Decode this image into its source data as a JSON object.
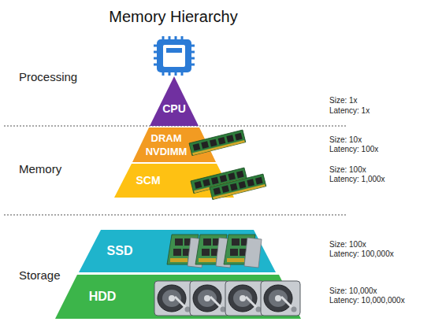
{
  "diagram": {
    "title": "Memory Hierarchy",
    "nodes": [
      {
        "text": [
          "CPU"
        ]
      },
      {
        "text": [
          "DRAM NVDIMM"
        ]
      },
      {
        "text": [
          "SCM"
        ]
      },
      {
        "text": [
          "SSD"
        ]
      },
      {
        "text": [
          "HDD"
        ]
      }
    ],
    "labels": [
      "Processing",
      "Memory",
      "Storage",
      "Size: 1x",
      "Latency: 1x",
      "Size: 10x",
      "Latency: 100x",
      "Size: 100x",
      "Latency: 1,000x",
      "Size: 100x",
      "Latency: 100,000x",
      "Size: 10,000x",
      "Latency: 10,000,000x"
    ]
  }
}
